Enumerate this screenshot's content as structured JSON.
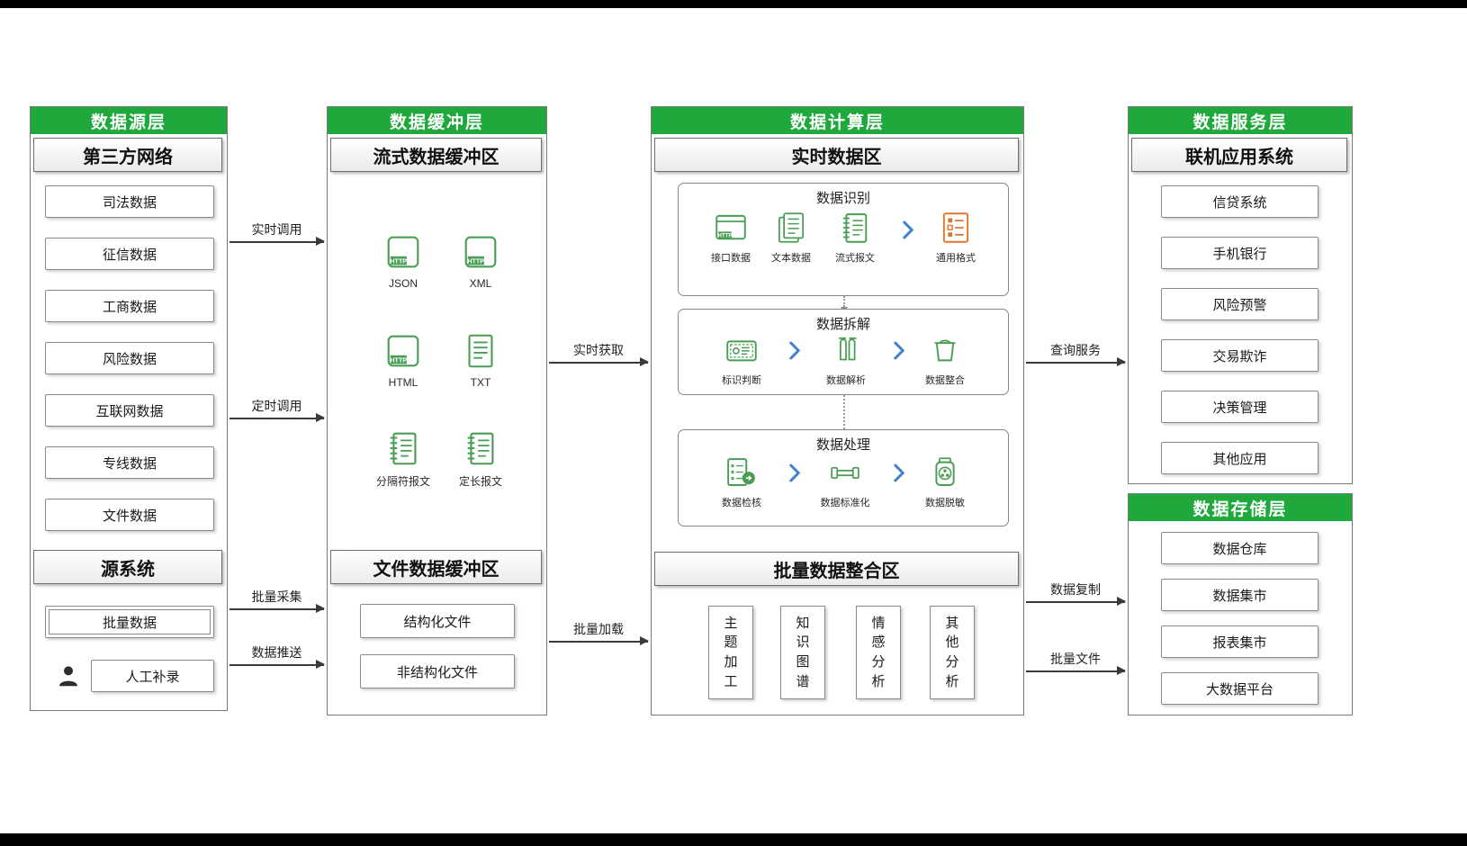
{
  "colors": {
    "layer_green": "#1fa83c",
    "icon_green": "#4a9e54",
    "icon_orange": "#e2762d",
    "chevron_blue": "#3b82d0",
    "arrow_dark": "#3a3a3a"
  },
  "layers": {
    "source": {
      "title": "数据源层",
      "third_party": {
        "title": "第三方网络",
        "items": [
          "司法数据",
          "征信数据",
          "工商数据",
          "风险数据",
          "互联网数据",
          "专线数据",
          "文件数据"
        ]
      },
      "source_system": {
        "title": "源系统",
        "items": [
          "批量数据",
          "人工补录"
        ]
      }
    },
    "buffer": {
      "title": "数据缓冲层",
      "stream_section": {
        "title": "流式数据缓冲区",
        "cells": [
          {
            "label": "JSON",
            "icon": "http-file-icon"
          },
          {
            "label": "XML",
            "icon": "http-file-icon"
          },
          {
            "label": "HTML",
            "icon": "http-file-icon"
          },
          {
            "label": "TXT",
            "icon": "document-icon"
          },
          {
            "label": "分隔符报文",
            "icon": "notebook-icon"
          },
          {
            "label": "定长报文",
            "icon": "notebook-icon"
          }
        ]
      },
      "file_section": {
        "title": "文件数据缓冲区",
        "items": [
          "结构化文件",
          "非结构化文件"
        ]
      }
    },
    "compute": {
      "title": "数据计算层",
      "realtime_section": {
        "title": "实时数据区",
        "stages": [
          {
            "title": "数据识别",
            "cells": [
              {
                "label": "接口数据",
                "icon": "http-window-icon"
              },
              {
                "label": "文本数据",
                "icon": "documents-icon"
              },
              {
                "label": "流式报文",
                "icon": "notebook-icon"
              },
              {
                "label": "通用格式",
                "icon": "checklist-icon"
              }
            ]
          },
          {
            "title": "数据拆解",
            "cells": [
              {
                "label": "标识判断",
                "icon": "id-card-icon"
              },
              {
                "label": "数据解析",
                "icon": "columns-icon"
              },
              {
                "label": "数据整合",
                "icon": "bin-icon"
              }
            ]
          },
          {
            "title": "数据处理",
            "cells": [
              {
                "label": "数据检核",
                "icon": "check-doc-icon"
              },
              {
                "label": "数据标准化",
                "icon": "coupler-icon"
              },
              {
                "label": "数据脱敏",
                "icon": "mask-jar-icon"
              }
            ]
          }
        ]
      },
      "batch_section": {
        "title": "批量数据整合区",
        "items": [
          "主题加工",
          "知识图谱",
          "情感分析",
          "其他分析"
        ]
      }
    },
    "service": {
      "title": "数据服务层",
      "section_title": "联机应用系统",
      "items": [
        "信贷系统",
        "手机银行",
        "风险预警",
        "交易欺诈",
        "决策管理",
        "其他应用"
      ]
    },
    "storage": {
      "title": "数据存储层",
      "items": [
        "数据仓库",
        "数据集市",
        "报表集市",
        "大数据平台"
      ]
    }
  },
  "arrows": {
    "realtime_call": "实时调用",
    "scheduled_call": "定时调用",
    "batch_collect": "批量采集",
    "data_push": "数据推送",
    "realtime_fetch": "实时获取",
    "batch_load": "批量加载",
    "query_service": "查询服务",
    "data_copy": "数据复制",
    "batch_file": "批量文件"
  }
}
